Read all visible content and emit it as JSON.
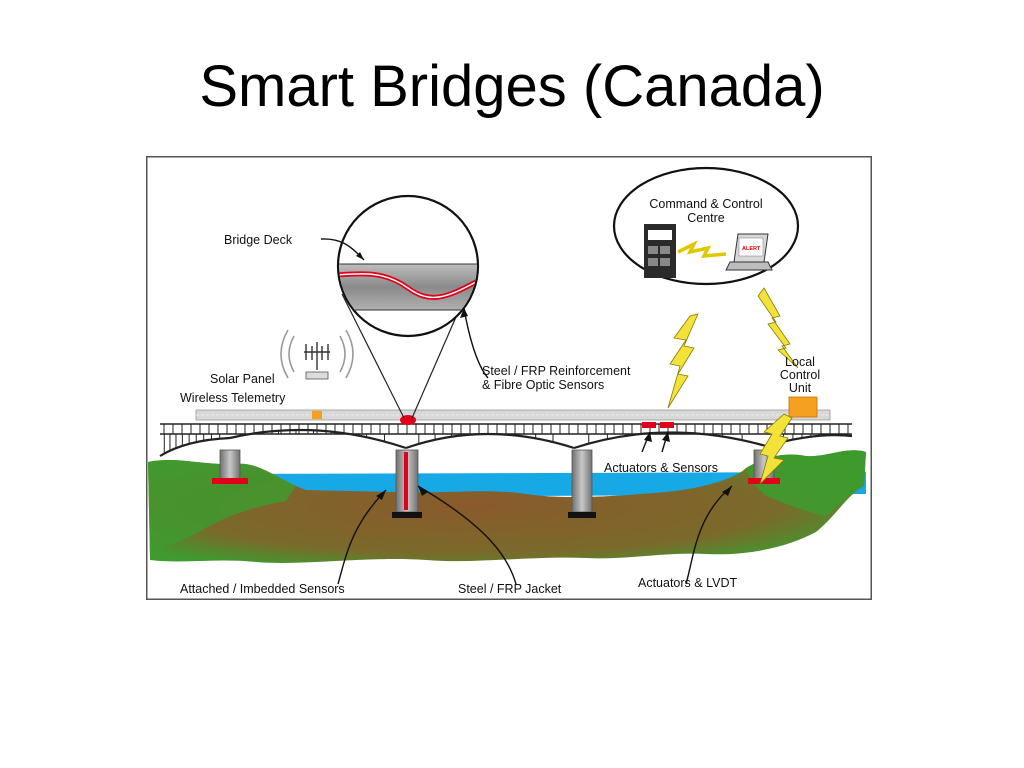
{
  "slide": {
    "title": "Smart Bridges (Canada)"
  },
  "diagram": {
    "labels": {
      "bridge_deck": "Bridge Deck",
      "command_line1": "Command & Control",
      "command_line2": "Centre",
      "alert": "ALERT",
      "reinforcement_line1": "Steel / FRP Reinforcement",
      "reinforcement_line2": "& Fibre Optic Sensors",
      "solar_panel": "Solar Panel",
      "wireless_telemetry": "Wireless Telemetry",
      "local_line1": "Local",
      "local_line2": "Control",
      "local_line3": "Unit",
      "actuators_sensors": "Actuators & Sensors",
      "attached_sensors": "Attached / Imbedded Sensors",
      "steel_jacket": "Steel / FRP Jacket",
      "actuators_lvdt": "Actuators & LVDT"
    },
    "colors": {
      "ground": "#3f9a2f",
      "soil": "#8a5a2b",
      "water": "#17a9e6",
      "sensor_red": "#e0001a",
      "lightning": "#f2e23a",
      "control_unit": "#f5a020",
      "pier": "#9a9a9a"
    }
  }
}
